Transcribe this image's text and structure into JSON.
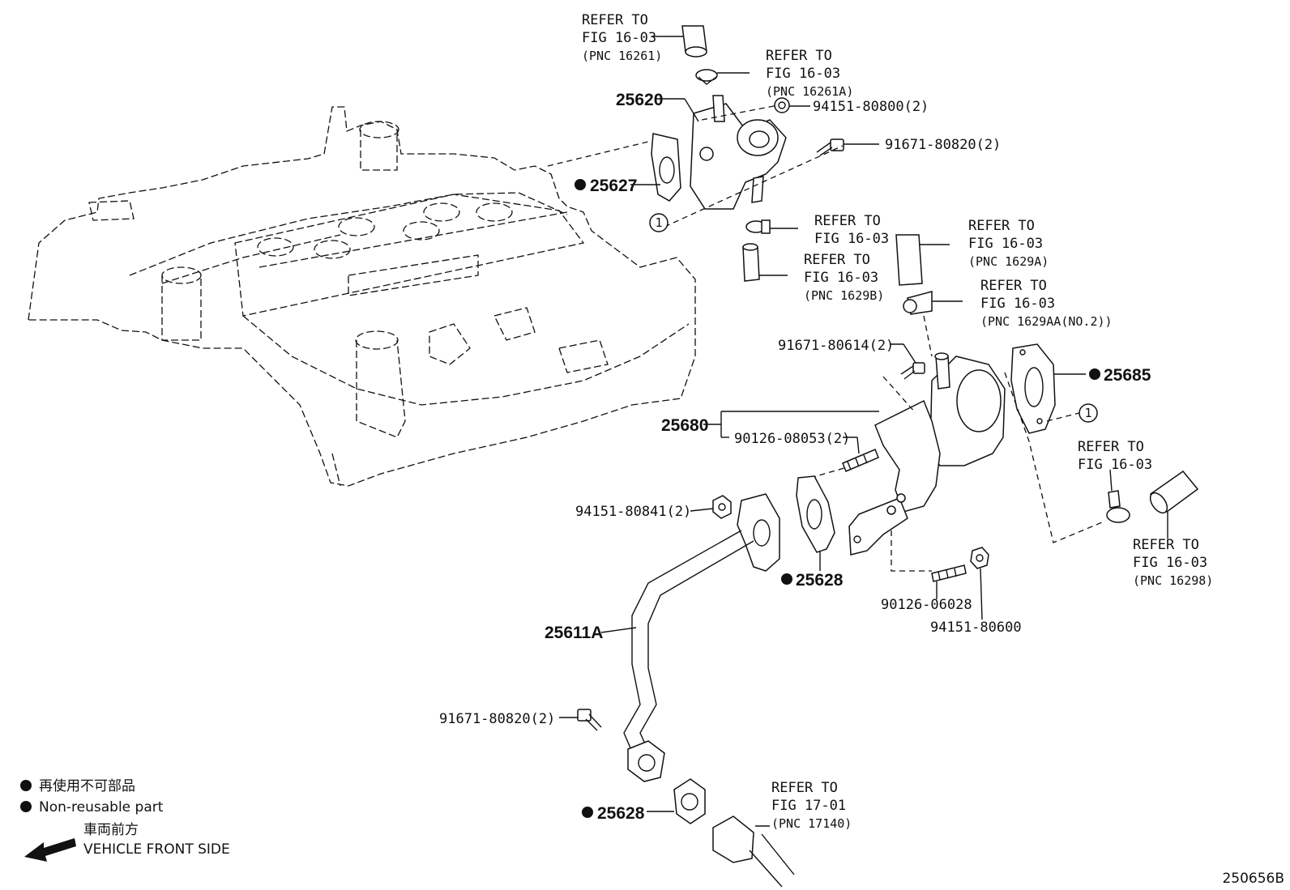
{
  "callouts": {
    "refer_fig1603_pnc16261": [
      "REFER TO",
      "FIG 16-03",
      "(PNC 16261)"
    ],
    "refer_fig1603_pnc16261a": [
      "REFER TO",
      "FIG 16-03",
      "(PNC 16261A)"
    ],
    "refer_fig1603_clip": [
      "REFER TO",
      "FIG 16-03"
    ],
    "refer_fig1603_pnc1629b": [
      "REFER TO",
      "FIG 16-03",
      "(PNC 1629B)"
    ],
    "refer_fig1603_pnc1629a": [
      "REFER TO",
      "FIG 16-03",
      "(PNC 1629A)"
    ],
    "refer_fig1603_pnc1629aa": [
      "REFER TO",
      "FIG 16-03",
      "(PNC 1629AA(NO.2))"
    ],
    "refer_fig1603_right": [
      "REFER TO",
      "FIG 16-03"
    ],
    "refer_fig1603_pnc16298": [
      "REFER TO",
      "FIG 16-03",
      "(PNC 16298)"
    ],
    "refer_fig1701_pnc17140": [
      "REFER TO",
      "FIG 17-01",
      "(PNC 17140)"
    ]
  },
  "parts": {
    "p25620": "25620",
    "p25627": "25627",
    "p94151_80800": "94151-80800(2)",
    "p91671_80820_top": "91671-80820(2)",
    "p91671_80614": "91671-80614(2)",
    "p25685": "25685",
    "p25680": "25680",
    "p90126_08053": "90126-08053(2)",
    "p94151_80841": "94151-80841(2)",
    "p25628_upper": "25628",
    "p90126_06028": "90126-06028",
    "p94151_80600": "94151-80600",
    "p25611a": "25611A",
    "p91671_80820_bottom": "91671-80820(2)",
    "p25628_lower": "25628"
  },
  "markers": {
    "circle_ref": "1"
  },
  "legend": {
    "nonreusable_jp": "再使用不可部品",
    "nonreusable_en": "Non-reusable part",
    "front_jp": "車両前方",
    "front_en": "VEHICLE FRONT SIDE"
  },
  "figure_id": "250656B"
}
